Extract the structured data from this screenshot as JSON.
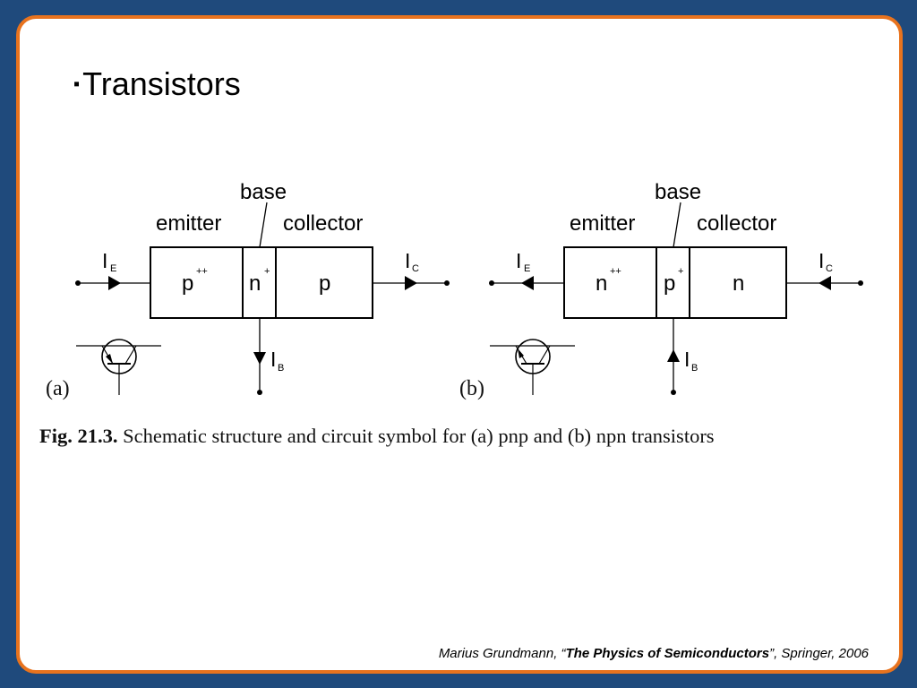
{
  "title": {
    "bullet": "▪",
    "text": "Transistors"
  },
  "figure": {
    "panel_a": {
      "label": "(a)",
      "base": "base",
      "emitter": "emitter",
      "collector": "collector",
      "regions": [
        {
          "text": "p",
          "sup": "++"
        },
        {
          "text": "n",
          "sup": "+"
        },
        {
          "text": "p",
          "sup": ""
        }
      ],
      "ie": {
        "main": "I",
        "sub": "E"
      },
      "ic": {
        "main": "I",
        "sub": "C"
      },
      "ib": {
        "main": "I",
        "sub": "B"
      }
    },
    "panel_b": {
      "label": "(b)",
      "base": "base",
      "emitter": "emitter",
      "collector": "collector",
      "regions": [
        {
          "text": "n",
          "sup": "++"
        },
        {
          "text": "p",
          "sup": "+"
        },
        {
          "text": "n",
          "sup": ""
        }
      ],
      "ie": {
        "main": "I",
        "sub": "E"
      },
      "ic": {
        "main": "I",
        "sub": "C"
      },
      "ib": {
        "main": "I",
        "sub": "B"
      }
    },
    "caption_label": "Fig. 21.3.",
    "caption_text": "Schematic structure and circuit symbol for (a) pnp and (b) npn transistors"
  },
  "citation": {
    "author": "Marius Grundmann, “",
    "book": "The Physics of Semiconductors",
    "rest": "”, Springer, 2006"
  },
  "colors": {
    "background": "#1f4a7c",
    "border": "#e8731e",
    "ink": "#000000"
  }
}
